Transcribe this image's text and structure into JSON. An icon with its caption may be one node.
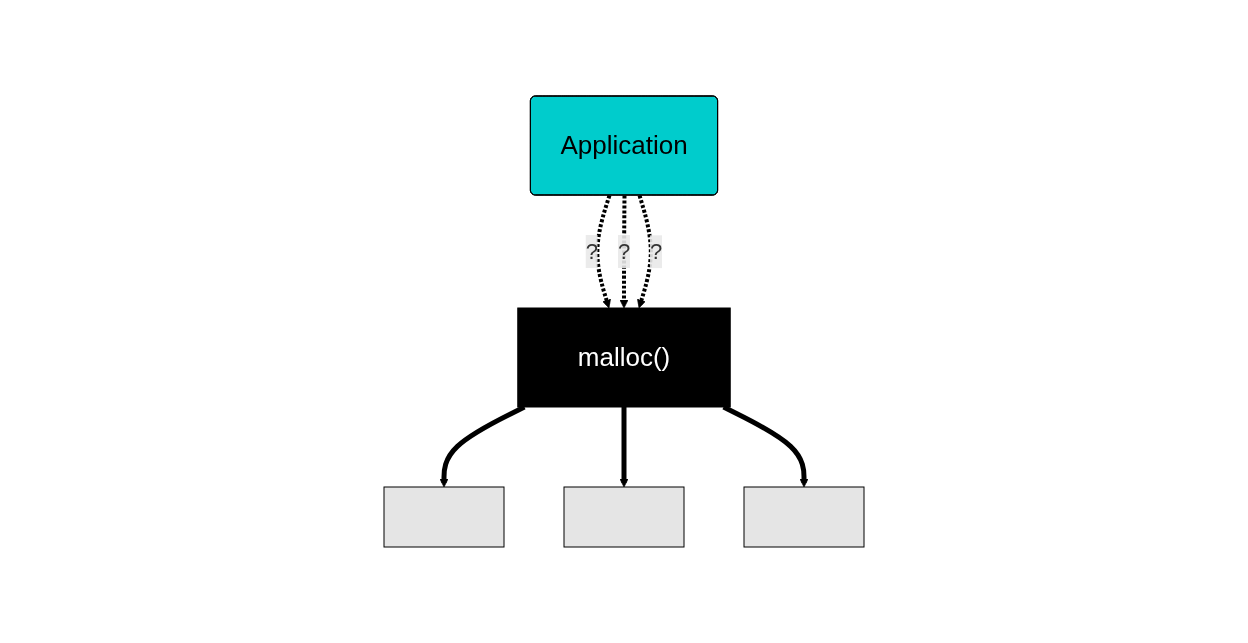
{
  "diagram": {
    "nodes": [
      {
        "text": [
          "Application"
        ]
      },
      {
        "text": [
          "malloc()"
        ]
      },
      {
        "text": [],
        "shape": "bar"
      },
      {
        "text": [],
        "shape": "bar"
      },
      {
        "text": [],
        "shape": "bar"
      }
    ],
    "edges": [
      {
        "from": 0,
        "to": 1,
        "arrow": "to",
        "style": "dashed",
        "label": "?"
      },
      {
        "from": 0,
        "to": 1,
        "arrow": "to",
        "style": "dashed",
        "label": "?"
      },
      {
        "from": 0,
        "to": 1,
        "arrow": "to",
        "style": "dashed",
        "label": "?"
      },
      {
        "from": 1,
        "to": 2,
        "arrow": "to"
      },
      {
        "from": 1,
        "to": 3,
        "arrow": "to"
      },
      {
        "from": 1,
        "to": 4,
        "arrow": "to"
      }
    ]
  }
}
